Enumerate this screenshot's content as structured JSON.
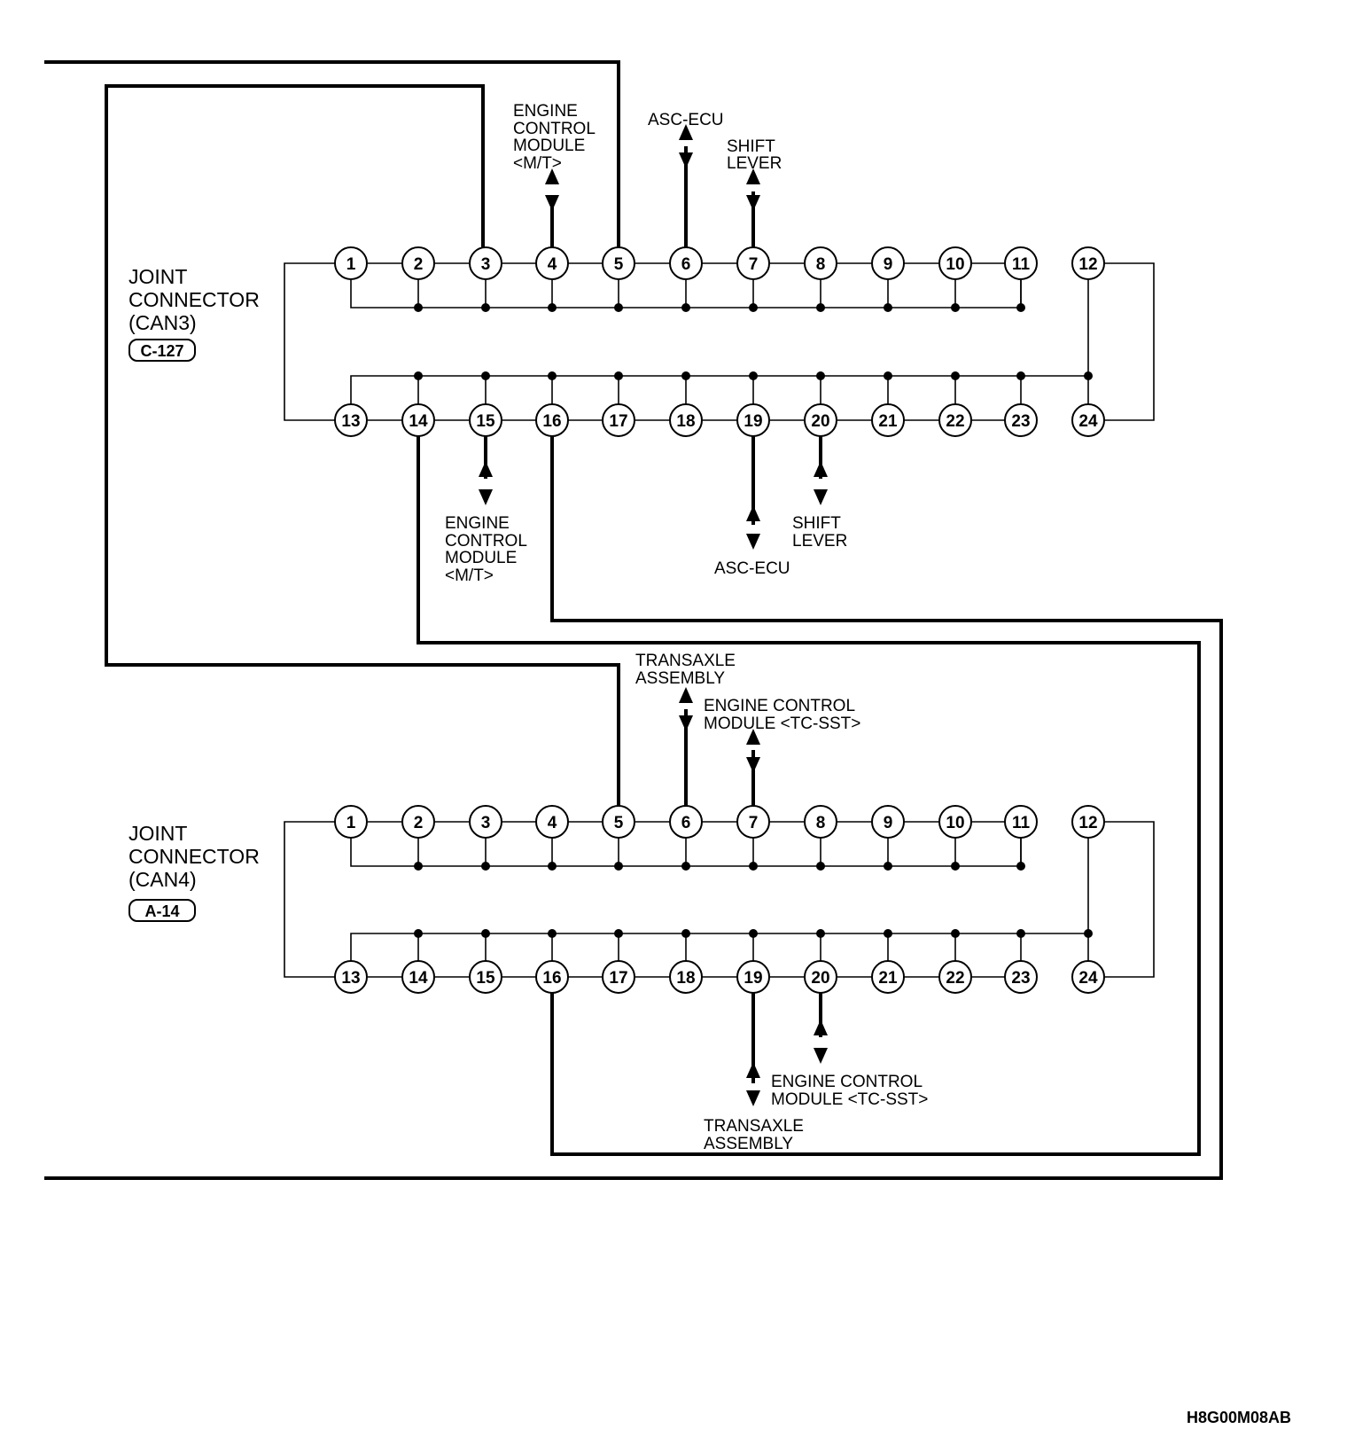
{
  "connectors": [
    {
      "name_lines": [
        "JOINT",
        "CONNECTOR",
        "(CAN3)"
      ],
      "code": "C-127",
      "top_pins": [
        "1",
        "2",
        "3",
        "4",
        "5",
        "6",
        "7",
        "8",
        "9",
        "10",
        "11",
        "12"
      ],
      "bottom_pins": [
        "13",
        "14",
        "15",
        "16",
        "17",
        "18",
        "19",
        "20",
        "21",
        "22",
        "23",
        "24"
      ]
    },
    {
      "name_lines": [
        "JOINT",
        "CONNECTOR",
        "(CAN4)"
      ],
      "code": "A-14",
      "top_pins": [
        "1",
        "2",
        "3",
        "4",
        "5",
        "6",
        "7",
        "8",
        "9",
        "10",
        "11",
        "12"
      ],
      "bottom_pins": [
        "13",
        "14",
        "15",
        "16",
        "17",
        "18",
        "19",
        "20",
        "21",
        "22",
        "23",
        "24"
      ]
    }
  ],
  "labels": {
    "can3_pin4_top": [
      "ENGINE",
      "CONTROL",
      "MODULE",
      "<M/T>"
    ],
    "can3_pin6_top": [
      "ASC-ECU"
    ],
    "can3_pin7_top": [
      "SHIFT",
      "LEVER"
    ],
    "can3_pin15_bottom": [
      "ENGINE",
      "CONTROL",
      "MODULE",
      "<M/T>"
    ],
    "can3_pin19_bottom": [
      "ASC-ECU"
    ],
    "can3_pin20_bottom": [
      "SHIFT",
      "LEVER"
    ],
    "can4_pin6_top": [
      "TRANSAXLE",
      "ASSEMBLY"
    ],
    "can4_pin7_top": [
      "ENGINE CONTROL",
      "MODULE <TC-SST>"
    ],
    "can4_pin20_bottom": [
      "ENGINE CONTROL",
      "MODULE <TC-SST>"
    ],
    "can4_pin19_bottom": [
      "TRANSAXLE",
      "ASSEMBLY"
    ]
  },
  "figure_code": "H8G00M08AB"
}
